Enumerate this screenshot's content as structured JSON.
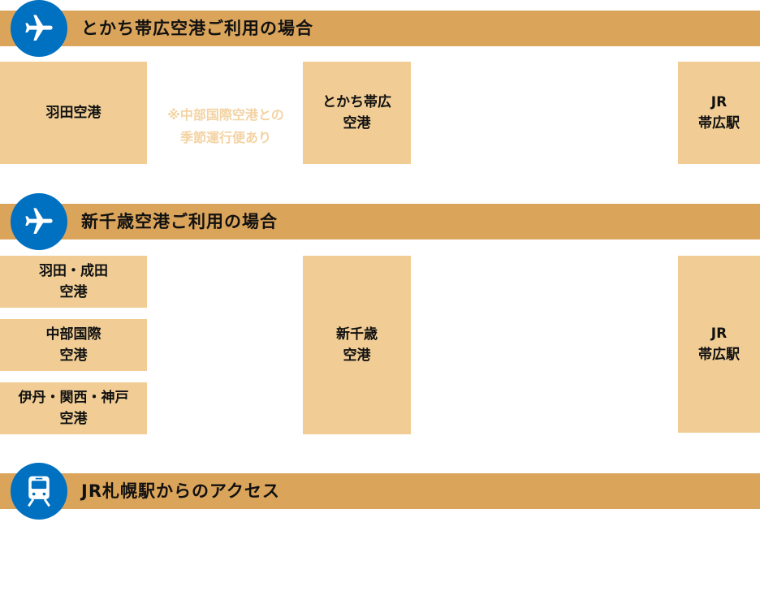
{
  "sections": [
    {
      "title": "とかち帯広空港ご利用の場合",
      "icon": "airplane-icon",
      "origin": "羽田空港",
      "note": "※中部国際空港との\n季節運行便あり",
      "via": "とかち帯広\n空港",
      "dest": "JR\n帯広駅"
    },
    {
      "title": "新千歳空港ご利用の場合",
      "icon": "airplane-icon",
      "origins": [
        "羽田・成田\n空港",
        "中部国際\n空港",
        "伊丹・関西・神戸\n空港"
      ],
      "via": "新千歳\n空港",
      "dest": "JR\n帯広駅"
    },
    {
      "title": "JR札幌駅からのアクセス",
      "icon": "train-icon"
    }
  ],
  "colors": {
    "band": "#dba45b",
    "box": "#f1cd95",
    "icon_circle": "#0070c0"
  }
}
